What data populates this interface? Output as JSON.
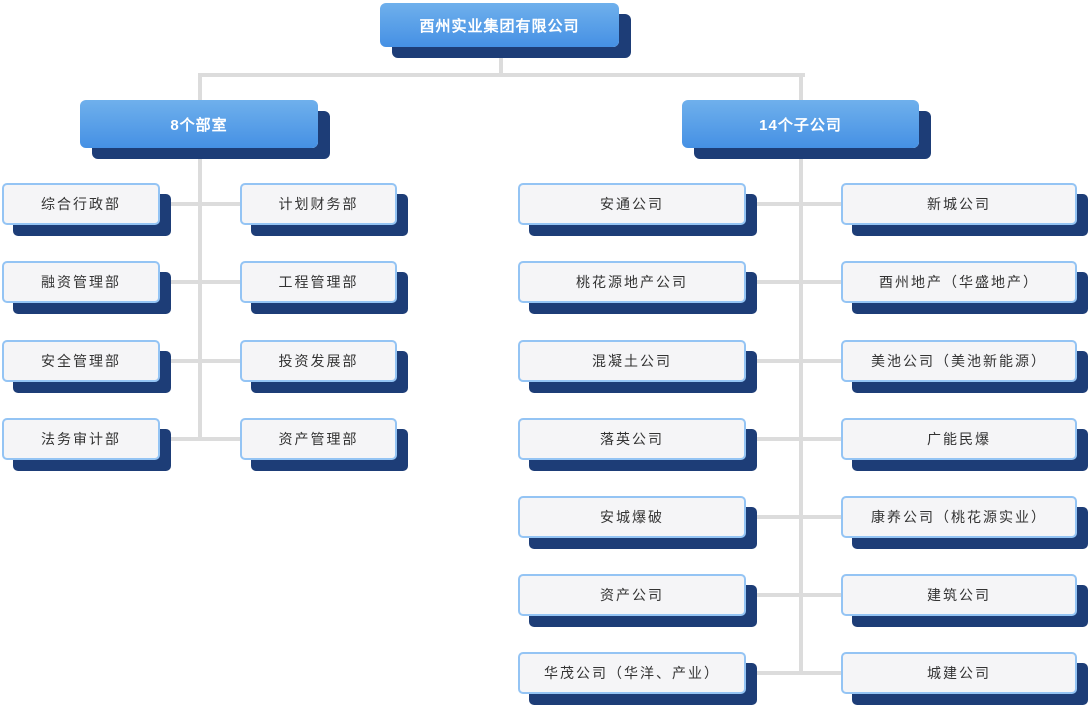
{
  "chart": {
    "title": "酉州实业集团有限公司",
    "root": {
      "label": "酉州实业集团有限公司"
    },
    "left_branch": {
      "label": "8个部室",
      "col1": [
        "综合行政部",
        "融资管理部",
        "安全管理部",
        "法务审计部"
      ],
      "col2": [
        "计划财务部",
        "工程管理部",
        "投资发展部",
        "资产管理部"
      ]
    },
    "right_branch": {
      "label": "14个子公司",
      "col1": [
        "安通公司",
        "桃花源地产公司",
        "混凝土公司",
        "落英公司",
        "安城爆破",
        "资产公司",
        "华茂公司（华洋、产业）"
      ],
      "col2": [
        "新城公司",
        "酉州地产（华盛地产）",
        "美池公司（美池新能源）",
        "广能民爆",
        "康养公司（桃花源实业）",
        "建筑公司",
        "城建公司"
      ]
    },
    "colors": {
      "node_gradient_top": "#6fb0ec",
      "node_gradient_bottom": "#4590e4",
      "shadow_navy": "#1d3d77",
      "leaf_background": "#f5f5f7",
      "leaf_border": "#94c4f4",
      "leaf_text": "#333333",
      "connector": "#dcdcdc"
    }
  }
}
